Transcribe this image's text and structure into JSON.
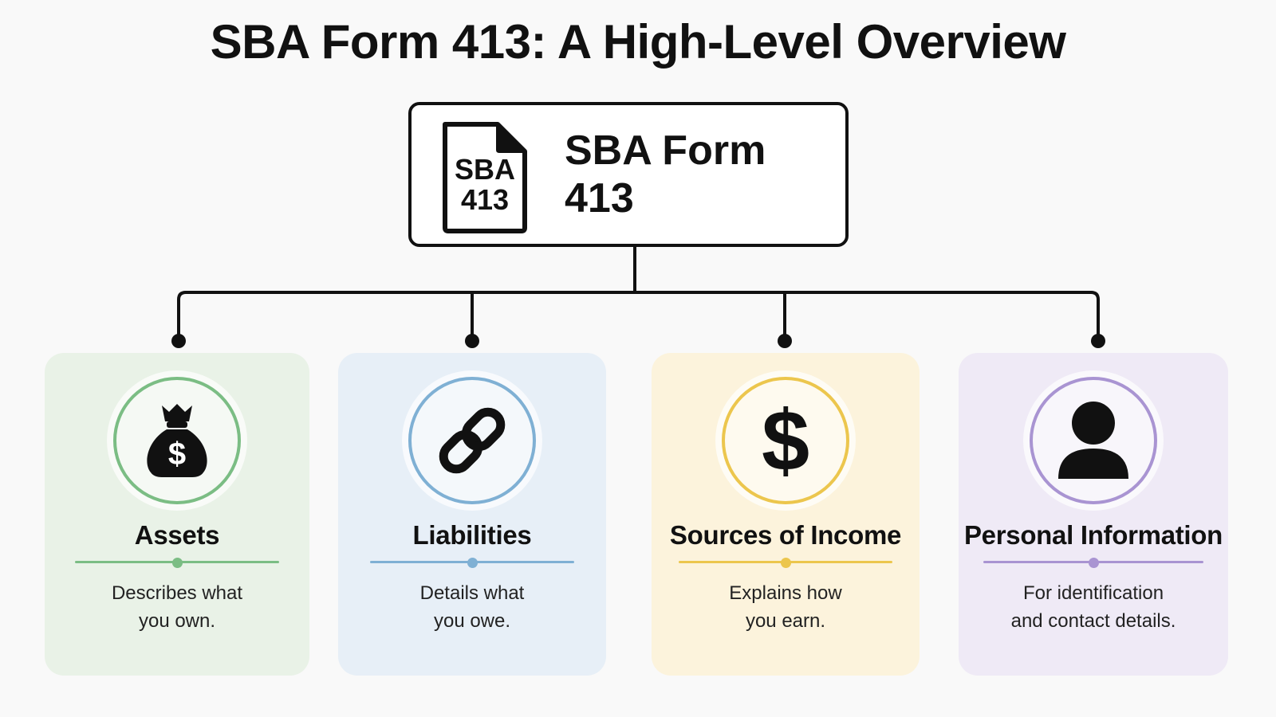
{
  "title": "SBA Form 413: A High-Level Overview",
  "root": {
    "icon": "document-icon",
    "icon_text_line1": "SBA",
    "icon_text_line2": "413",
    "label": "SBA Form 413"
  },
  "cards": [
    {
      "icon": "money-bag-icon",
      "heading": "Assets",
      "desc_line1": "Describes what",
      "desc_line2": "you own.",
      "accent": "#7bbd84",
      "bg": "#e9f2e7"
    },
    {
      "icon": "chain-link-icon",
      "heading": "Liabilities",
      "desc_line1": "Details what",
      "desc_line2": "you owe.",
      "accent": "#7fb0d4",
      "bg": "#e7eff7"
    },
    {
      "icon": "dollar-sign-icon",
      "heading": "Sources of Income",
      "desc_line1": "Explains how",
      "desc_line2": "you earn.",
      "accent": "#ecc64d",
      "bg": "#fcf3dc"
    },
    {
      "icon": "person-icon",
      "heading": "Personal Information",
      "desc_line1": "For identification",
      "desc_line2": "and contact details.",
      "accent": "#a994d2",
      "bg": "#efeaf6"
    }
  ]
}
